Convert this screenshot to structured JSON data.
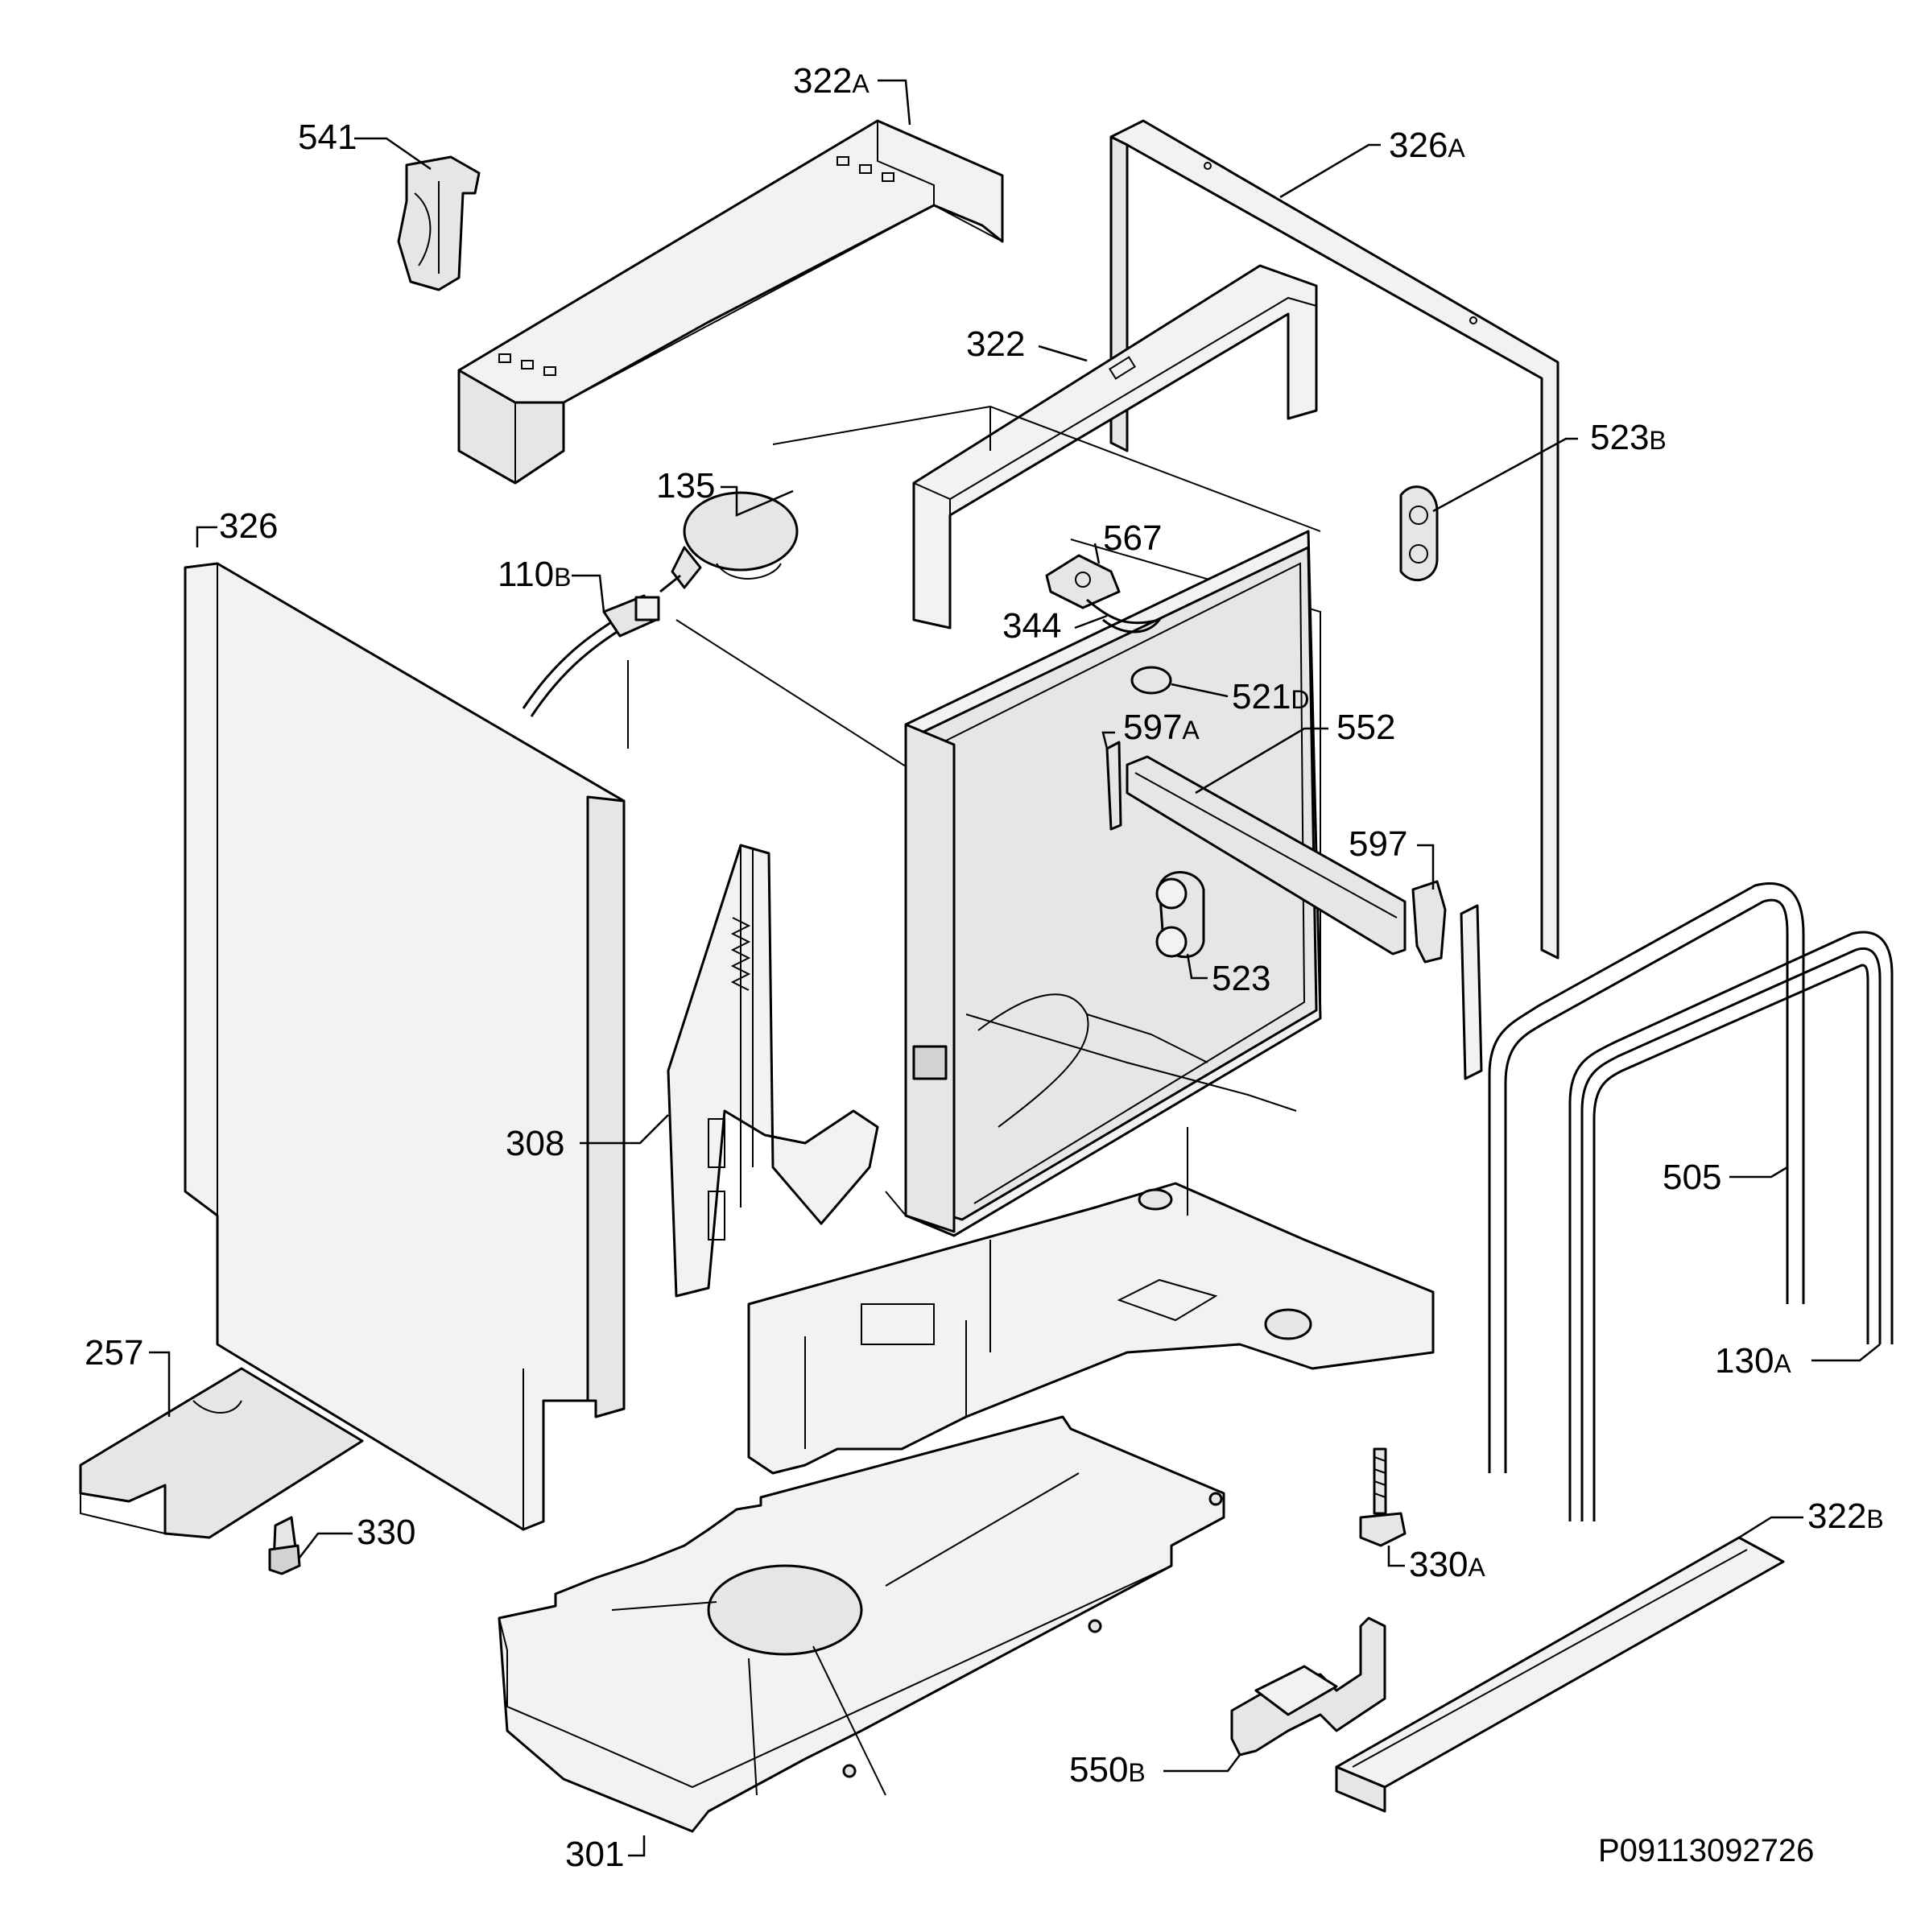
{
  "drawing": {
    "code": "P09113092726",
    "labels": {
      "p322a": {
        "num": "322",
        "suffix": "A"
      },
      "p541": {
        "num": "541",
        "suffix": ""
      },
      "p326a": {
        "num": "326",
        "suffix": "A"
      },
      "p322": {
        "num": "322",
        "suffix": ""
      },
      "p523b": {
        "num": "523",
        "suffix": "B"
      },
      "p135": {
        "num": "135",
        "suffix": ""
      },
      "p326": {
        "num": "326",
        "suffix": ""
      },
      "p110b": {
        "num": "110",
        "suffix": "B"
      },
      "p567": {
        "num": "567",
        "suffix": ""
      },
      "p344": {
        "num": "344",
        "suffix": ""
      },
      "p521d": {
        "num": "521",
        "suffix": "D"
      },
      "p597a": {
        "num": "597",
        "suffix": "A"
      },
      "p552": {
        "num": "552",
        "suffix": ""
      },
      "p597": {
        "num": "597",
        "suffix": ""
      },
      "p523": {
        "num": "523",
        "suffix": ""
      },
      "p308": {
        "num": "308",
        "suffix": ""
      },
      "p505": {
        "num": "505",
        "suffix": ""
      },
      "p130a": {
        "num": "130",
        "suffix": "A"
      },
      "p257": {
        "num": "257",
        "suffix": ""
      },
      "p330": {
        "num": "330",
        "suffix": ""
      },
      "p330a": {
        "num": "330",
        "suffix": "A"
      },
      "p322b": {
        "num": "322",
        "suffix": "B"
      },
      "p550b": {
        "num": "550",
        "suffix": "B"
      },
      "p301": {
        "num": "301",
        "suffix": ""
      }
    }
  }
}
